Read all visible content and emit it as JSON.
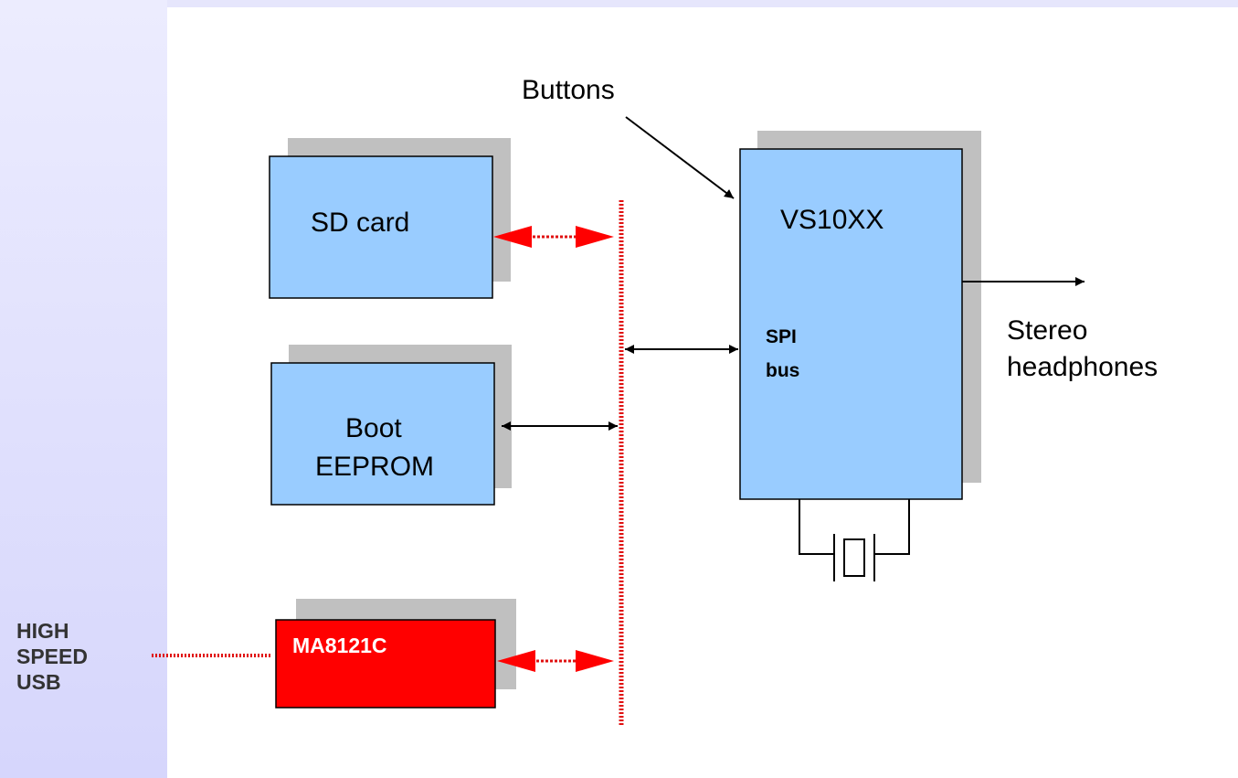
{
  "labels": {
    "buttons": "Buttons",
    "sd_card": "SD card",
    "boot_line1": "Boot",
    "boot_line2": "EEPROM",
    "vs10xx": "VS10XX",
    "spi_line1": "SPI",
    "spi_line2": "bus",
    "stereo_line1": "Stereo",
    "stereo_line2": "headphones",
    "usb_chip": "MA8121C",
    "usb_line1": "HIGH",
    "usb_line2": "SPEED",
    "usb_line3": "USB"
  },
  "colors": {
    "box_fill": "#99ccff",
    "shadow": "#c0c0c0",
    "usb_chip": "#ff0000",
    "bus_red": "#e01010",
    "arrow_black": "#000000",
    "sidebar_top": "#ececfe",
    "sidebar_bottom": "#d6d6fc"
  }
}
